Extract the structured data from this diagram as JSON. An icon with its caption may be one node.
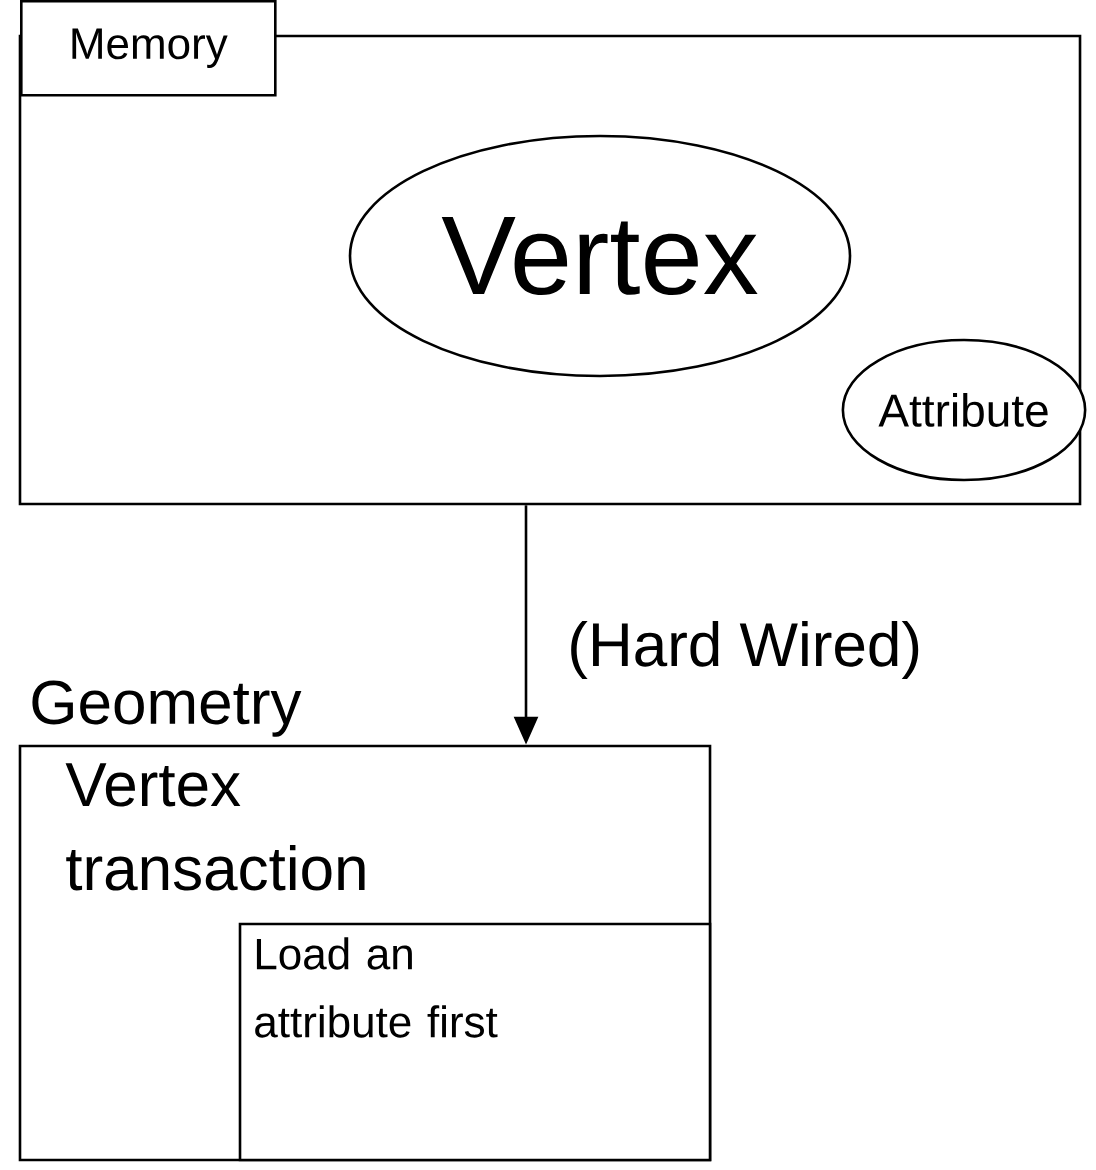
{
  "diagram": {
    "nodes": [
      {
        "text": [
          "Memory"
        ]
      },
      {
        "text": [
          "Vertex"
        ],
        "in": 0
      },
      {
        "text": [
          "Attribute"
        ],
        "in": 0
      },
      {
        "text": [
          "Geometry",
          "Vertex transaction"
        ]
      },
      {
        "text": [
          "Load an attribute first"
        ],
        "in": 3
      }
    ],
    "edges": [
      {
        "from": 0,
        "to": 3,
        "arrow": "to",
        "label": "(Hard Wired)"
      }
    ]
  }
}
